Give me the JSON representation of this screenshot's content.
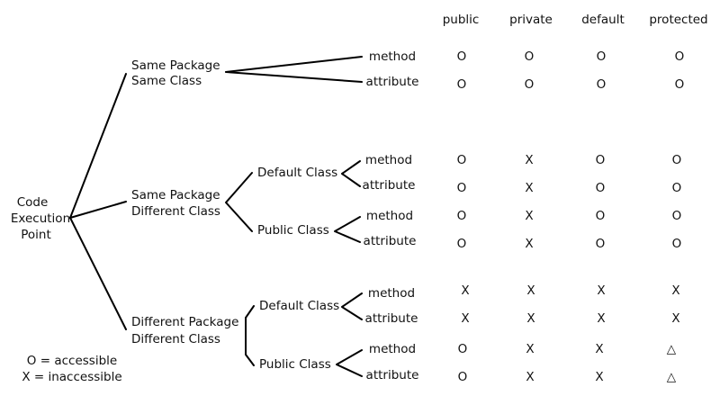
{
  "columns": [
    "public",
    "private",
    "default",
    "protected"
  ],
  "root": [
    "Code",
    "Execution",
    "Point"
  ],
  "groups": {
    "same_class": [
      "Same Package",
      "Same Class"
    ],
    "same_package": [
      "Same Package",
      "Different Class"
    ],
    "different_package": [
      "Different Package",
      "Different Class"
    ]
  },
  "class_labels": {
    "sp_default": "Default Class",
    "sp_public": "Public Class",
    "dp_default": "Default Class",
    "dp_public": "Public Class"
  },
  "rows": [
    {
      "member": "method",
      "values": [
        "O",
        "O",
        "O",
        "O"
      ]
    },
    {
      "member": "attribute",
      "values": [
        "O",
        "O",
        "O",
        "O"
      ]
    },
    {
      "member": "method",
      "values": [
        "O",
        "X",
        "O",
        "O"
      ]
    },
    {
      "member": "attribute",
      "values": [
        "O",
        "X",
        "O",
        "O"
      ]
    },
    {
      "member": "method",
      "values": [
        "O",
        "X",
        "O",
        "O"
      ]
    },
    {
      "member": "attribute",
      "values": [
        "O",
        "X",
        "O",
        "O"
      ]
    },
    {
      "member": "method",
      "values": [
        "X",
        "X",
        "X",
        "X"
      ]
    },
    {
      "member": "attribute",
      "values": [
        "X",
        "X",
        "X",
        "X"
      ]
    },
    {
      "member": "method",
      "values": [
        "O",
        "X",
        "X",
        "△"
      ]
    },
    {
      "member": "attribute",
      "values": [
        "O",
        "X",
        "X",
        "△"
      ]
    }
  ],
  "legend": [
    "O = accessible",
    "X = inaccessible"
  ]
}
